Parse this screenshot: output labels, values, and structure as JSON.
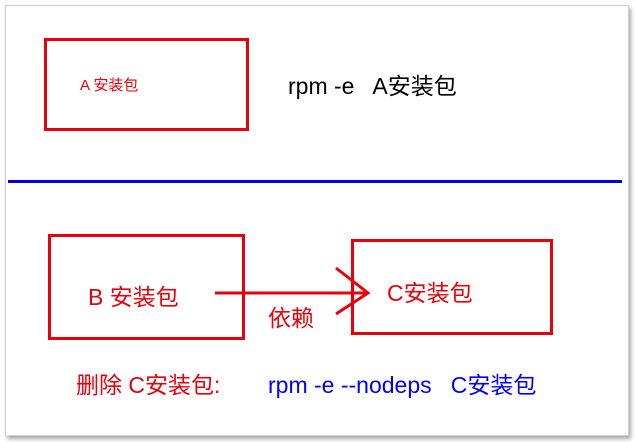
{
  "top": {
    "box_a_label": "A 安装包",
    "command": "rpm -e   A安装包"
  },
  "bottom": {
    "box_b_label": "B 安装包",
    "box_c_label": "C安装包",
    "depends_label": "依赖",
    "delete_prefix": "删除 C安装包:",
    "delete_command": "rpm -e --nodeps   C安装包"
  },
  "colors": {
    "box_border": "#e8000b",
    "divider": "#0000e0",
    "command_blue": "#0000ff"
  }
}
